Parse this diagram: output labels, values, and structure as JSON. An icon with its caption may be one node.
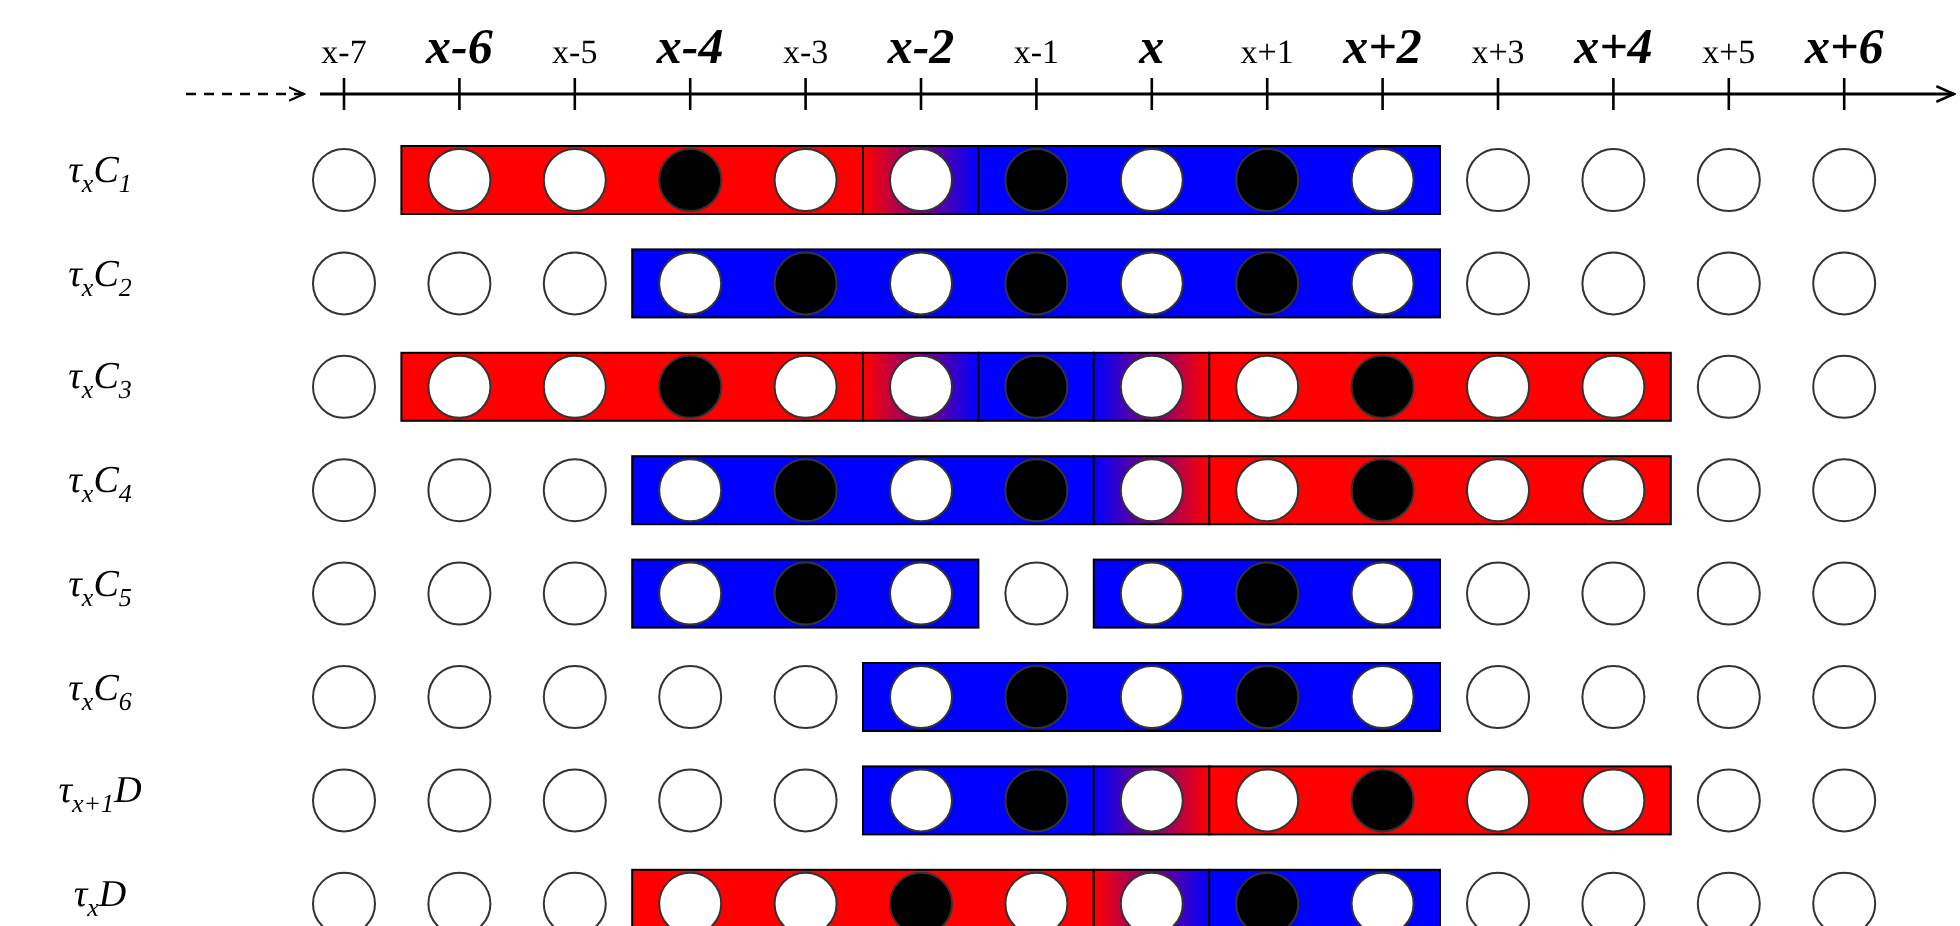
{
  "diagram": {
    "labels": [
      "x-7",
      "x-6",
      "x-5",
      "x-4",
      "x-3",
      "x-2",
      "x-1",
      "x",
      "x+1",
      "x+2",
      "x+3",
      "x+4",
      "x+5",
      "x+6",
      "τ$_{x}$C$_{1}$",
      "τ$_{x}$C$_{2}$",
      "τ$_{x}$C$_{3}$",
      "τ$_{x}$C$_{4}$",
      "τ$_{x}$C$_{5}$",
      "τ$_{x}$C$_{6}$",
      "τ$_{x+1}$D",
      "τ$_{x}$D"
    ]
  }
}
